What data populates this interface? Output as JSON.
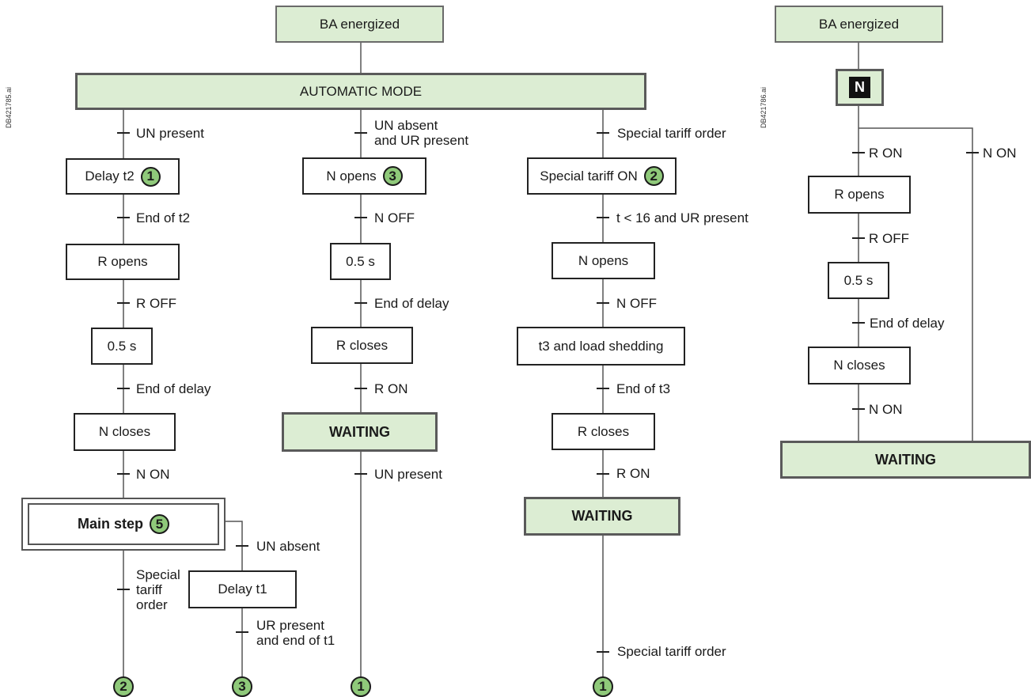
{
  "left_diagram": {
    "side_code": "DB421785.ai",
    "top": "BA energized",
    "auto_mode": "AUTOMATIC MODE",
    "col1": {
      "c_un_present": "UN present",
      "delay_t2": "Delay t2",
      "delay_t2_num": "1",
      "c_end_t2": "End of t2",
      "r_opens": "R opens",
      "c_r_off": "R OFF",
      "delay": "0.5 s",
      "c_end_delay": "End of delay",
      "n_closes": "N closes",
      "c_n_on": "N ON",
      "main_step": "Main step",
      "main_step_num": "5",
      "c_special_1": "Special",
      "c_special_2": "tariff",
      "c_special_3": "order",
      "out_num": "2"
    },
    "branch": {
      "c_un_absent": "UN absent",
      "delay_t1": "Delay t1",
      "c_ur_1": "UR present",
      "c_ur_2": "and end of t1",
      "out_num": "3"
    },
    "col2": {
      "c_1": "UN absent",
      "c_2": "and UR present",
      "n_opens": "N opens",
      "n_opens_num": "3",
      "c_n_off": "N OFF",
      "delay": "0.5 s",
      "c_end_delay": "End of delay",
      "r_closes": "R closes",
      "c_r_on": "R ON",
      "waiting": "WAITING",
      "c_un_present": "UN present",
      "out_num": "1"
    },
    "col3": {
      "c_special": "Special tariff order",
      "special_on": "Special tariff ON",
      "special_on_num": "2",
      "c_t16": "t < 16 and UR present",
      "n_opens": "N opens",
      "c_n_off": "N OFF",
      "t3": "t3 and load shedding",
      "c_end_t3": "End of t3",
      "r_closes": "R closes",
      "c_r_on": "R ON",
      "waiting": "WAITING",
      "c_special_bottom": "Special tariff order",
      "out_num": "1"
    }
  },
  "right_diagram": {
    "side_code": "DB421786.ai",
    "top": "BA energized",
    "n_tag": "N",
    "c_r_on": "R ON",
    "c_n_on_branch": "N ON",
    "r_opens": "R opens",
    "c_r_off": "R OFF",
    "delay": "0.5 s",
    "c_end_delay": "End of delay",
    "n_closes": "N closes",
    "c_n_on": "N ON",
    "waiting": "WAITING"
  }
}
